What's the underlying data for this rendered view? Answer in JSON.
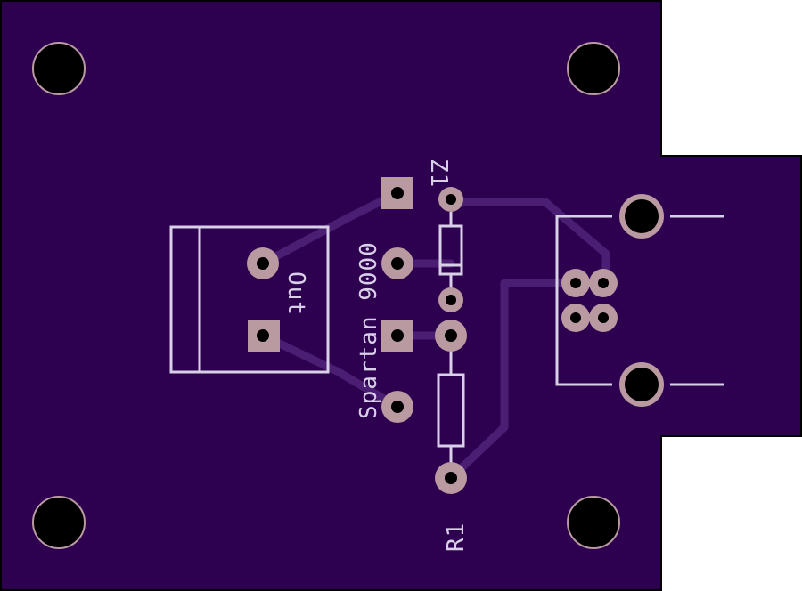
{
  "colors": {
    "board": "#2e0050",
    "outline": "#000000",
    "trace": "#4a1f73",
    "pad": "#b89aa0",
    "drill": "#000000",
    "silkscreen": "#d8d0e6"
  },
  "labels": {
    "z1": "Z1",
    "r1": "R1",
    "out": "Out",
    "brand": "Spartan 9000"
  },
  "components": {
    "mounting_holes": [
      "mounting-hole",
      "mounting-hole",
      "mounting-hole",
      "mounting-hole"
    ],
    "connector_icon": "usb-connector-icon",
    "regulator_icon": "to220-regulator-icon",
    "resistor_icon": "resistor-icon",
    "zener_icon": "zener-diode-icon"
  }
}
